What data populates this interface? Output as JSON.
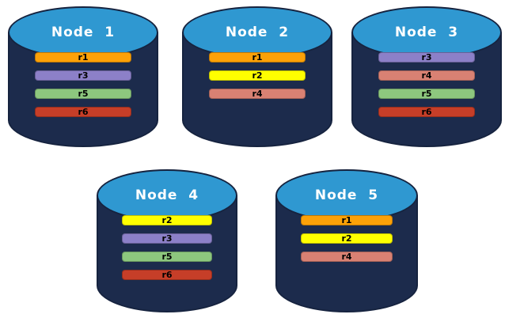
{
  "diagram": {
    "description": "Five database node cylinders holding colored replica bars"
  },
  "colors": {
    "background": "#FFFFFF",
    "cylinder_body": "#1C2B4C",
    "cylinder_top": "#2F98D1",
    "cylinder_outline": "#16233F",
    "title_text": "#FFFFFF",
    "bar_text": "#000000",
    "replica_colors": {
      "r1": "#FCA108",
      "r2": "#FFFF00",
      "r3": "#8C80C8",
      "r4": "#D98173",
      "r5": "#8DC77E",
      "r6": "#C63E28"
    }
  },
  "nodes": [
    {
      "label": "Node  1",
      "replicas": [
        "r1",
        "r3",
        "r5",
        "r6"
      ]
    },
    {
      "label": "Node  2",
      "replicas": [
        "r1",
        "r2",
        "r4"
      ]
    },
    {
      "label": "Node  3",
      "replicas": [
        "r3",
        "r4",
        "r5",
        "r6"
      ]
    },
    {
      "label": "Node  4",
      "replicas": [
        "r2",
        "r3",
        "r5",
        "r6"
      ]
    },
    {
      "label": "Node  5",
      "replicas": [
        "r1",
        "r2",
        "r4"
      ]
    }
  ]
}
